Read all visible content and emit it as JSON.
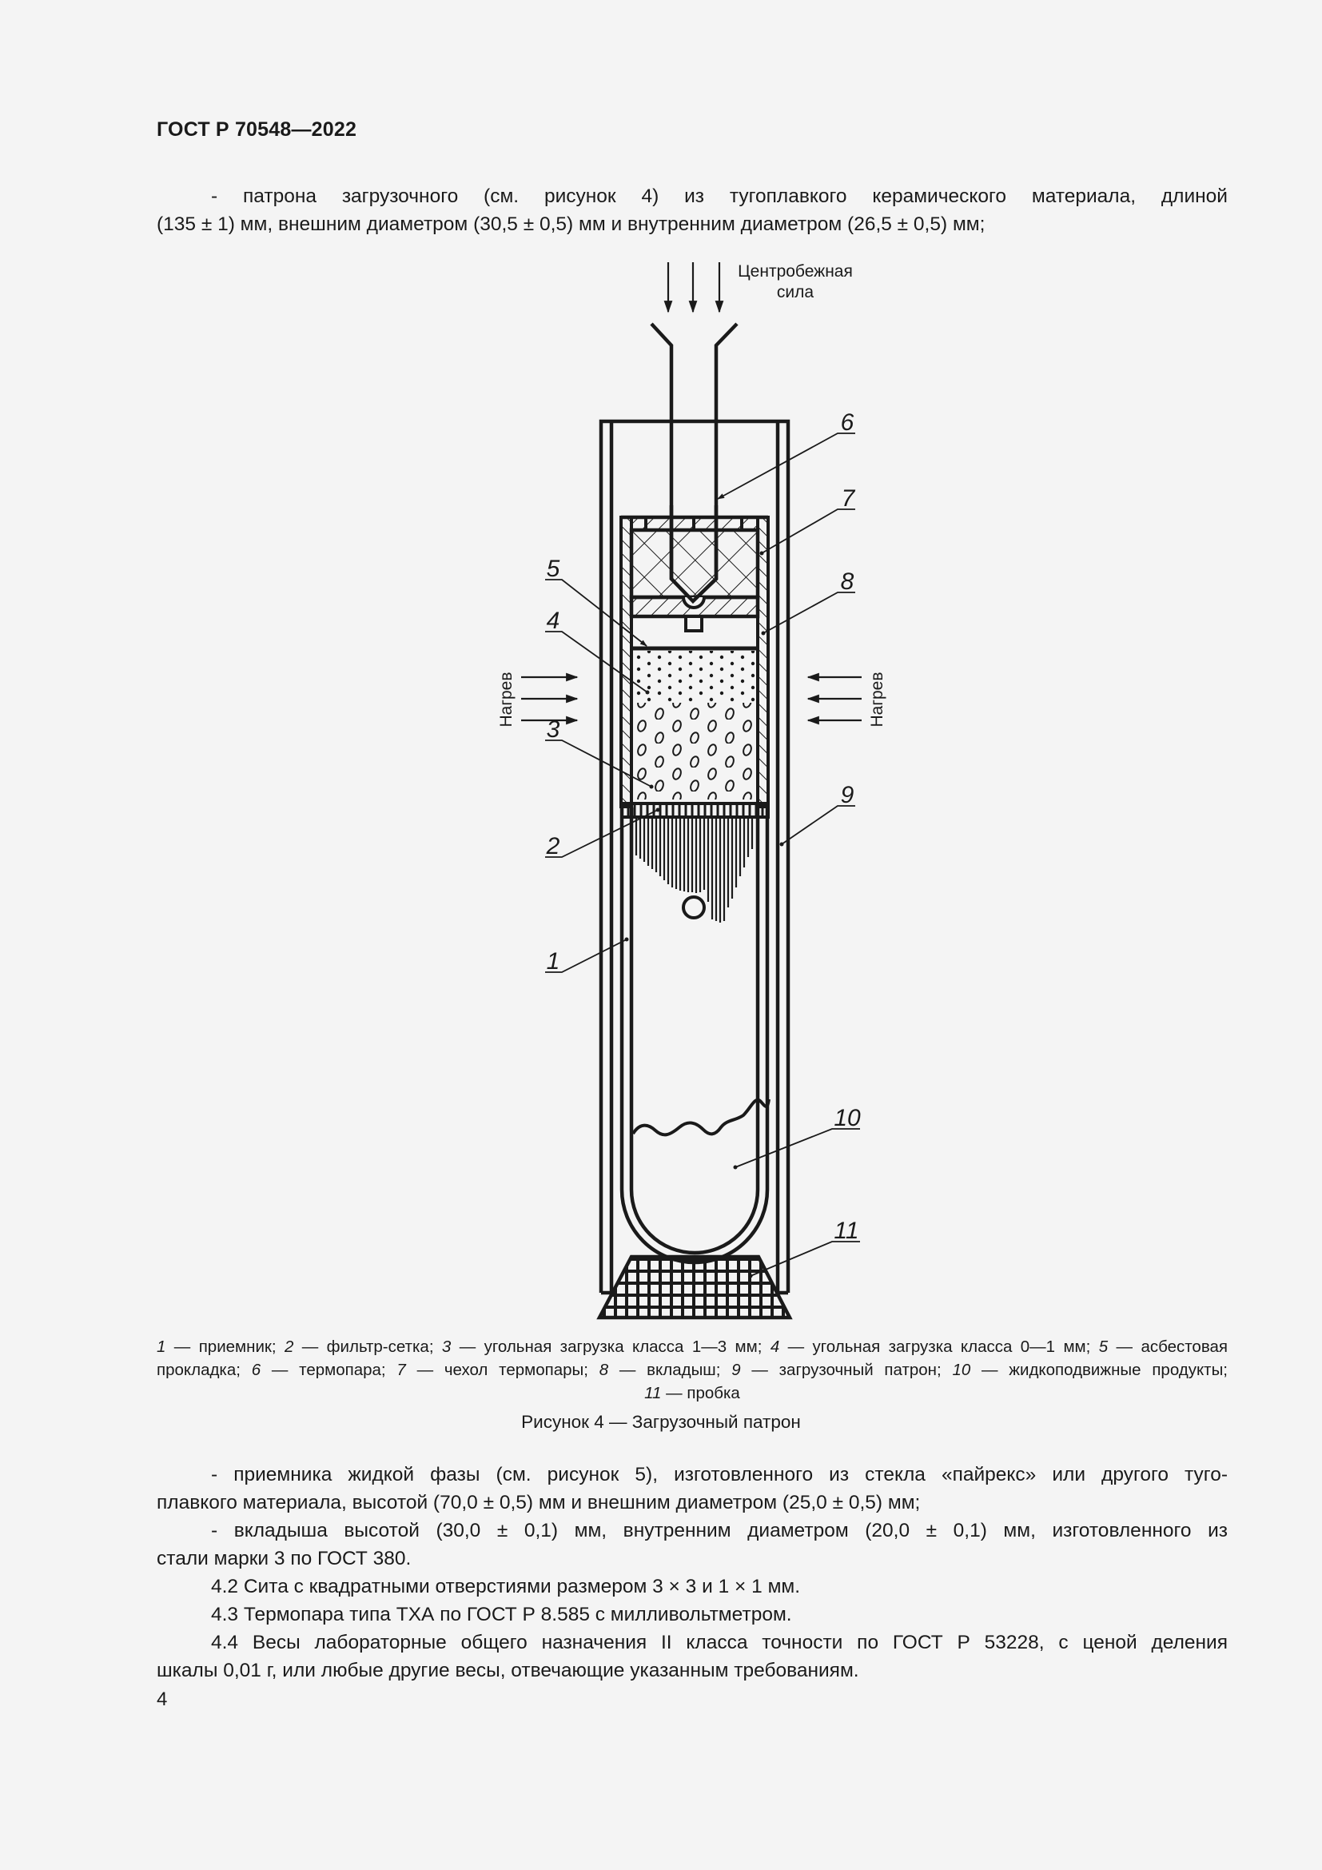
{
  "header": {
    "standard": "ГОСТ Р 70548—2022"
  },
  "intro_paragraph": {
    "lines": [
      "- патрона загрузочного (см. рисунок 4) из тугоплавкого керамического материала, длиной",
      "(135 ± 1) мм, внешним диаметром (30,5 ± 0,5) мм и внутренним диаметром (26,5 ± 0,5) мм;"
    ]
  },
  "figure": {
    "top_label_line1": "Центробежная",
    "top_label_line2": "сила",
    "heat_label_left": "Нагрев",
    "heat_label_right": "Нагрев",
    "callouts": [
      "1",
      "2",
      "3",
      "4",
      "5",
      "6",
      "7",
      "8",
      "9",
      "10",
      "11"
    ],
    "legend": [
      {
        "num": "1",
        "text": "приемник"
      },
      {
        "num": "2",
        "text": "фильтр-сетка"
      },
      {
        "num": "3",
        "text": "угольная загрузка класса 1—3 мм"
      },
      {
        "num": "4",
        "text": "угольная загрузка класса 0—1 мм"
      },
      {
        "num": "5",
        "text": "асбестовая прокладка"
      },
      {
        "num": "6",
        "text": "термопара"
      },
      {
        "num": "7",
        "text": "чехол термопары"
      },
      {
        "num": "8",
        "text": "вкладыш"
      },
      {
        "num": "9",
        "text": "загрузочный патрон"
      },
      {
        "num": "10",
        "text": "жидкоподвижные продукты"
      },
      {
        "num": "11",
        "text": "пробка"
      }
    ],
    "legend_lines": {
      "l1": [
        {
          "n": "1",
          "t": " — приемник; "
        },
        {
          "n": "2",
          "t": " — фильтр-сетка; "
        },
        {
          "n": "3",
          "t": " — угольная загрузка класса 1—3 мм; "
        },
        {
          "n": "4",
          "t": " — угольная загрузка класса 0—1 мм; "
        },
        {
          "n": "5",
          "t": " — асбестовая"
        }
      ],
      "l2": [
        {
          "n": "",
          "t": "прокладка; "
        },
        {
          "n": "6",
          "t": " — термопара; "
        },
        {
          "n": "7",
          "t": " — чехол термопары; "
        },
        {
          "n": "8",
          "t": " — вкладыш; "
        },
        {
          "n": "9",
          "t": " — загрузочный патрон; "
        },
        {
          "n": "10",
          "t": " — жидкоподвижные продукты;"
        }
      ],
      "l3": [
        {
          "n": "11",
          "t": " — пробка"
        }
      ]
    },
    "caption": "Рисунок 4 — Загрузочный патрон"
  },
  "body": {
    "p1_lines": [
      "- приемника жидкой фазы (см. рисунок 5), изготовленного из стекла «пайрекс» или другого туго-",
      "плавкого материала, высотой (70,0 ± 0,5) мм и внешним диаметром (25,0 ± 0,5) мм;"
    ],
    "p2_lines": [
      "- вкладыша высотой (30,0 ± 0,1) мм, внутренним диаметром (20,0 ± 0,1) мм, изготовленного из",
      "стали марки 3 по ГОСТ 380."
    ],
    "p3": "4.2  Сита с квадратными отверстиями размером 3 × 3 и 1 × 1 мм.",
    "p4": "4.3  Термопара типа ТХА по ГОСТ Р 8.585 с милливольтметром.",
    "p5_lines": [
      "4.4  Весы лабораторные общего назначения II класса точности по ГОСТ Р 53228, с ценой деления",
      "шкалы 0,01 г, или любые другие весы, отвечающие указанным требованиям."
    ]
  },
  "footer": {
    "page_number": "4"
  }
}
